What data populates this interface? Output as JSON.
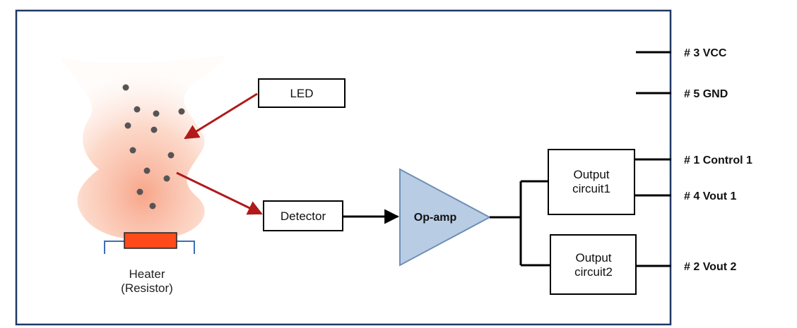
{
  "diagram": {
    "blocks": {
      "led": "LED",
      "detector": "Detector",
      "opamp": "Op-amp",
      "output1_line1": "Output",
      "output1_line2": "circuit1",
      "output2_line1": "Output",
      "output2_line2": "circuit2"
    },
    "heater": {
      "line1": "Heater",
      "line2": "(Resistor)"
    },
    "pins": {
      "vcc": "# 3 VCC",
      "gnd": "# 5 GND",
      "control1": "# 1 Control 1",
      "vout1": "# 4 Vout 1",
      "vout2": "# 2 Vout 2"
    },
    "colors": {
      "frame": "#1f3864",
      "arrow_red": "#b01a1a",
      "opamp_fill": "#b8cce4",
      "opamp_stroke": "#6f8fb5",
      "heater_fill": "#ff4a1a",
      "heater_base": "#3b6fb5",
      "smoke": "#f6a98c",
      "particle": "#555555"
    }
  }
}
